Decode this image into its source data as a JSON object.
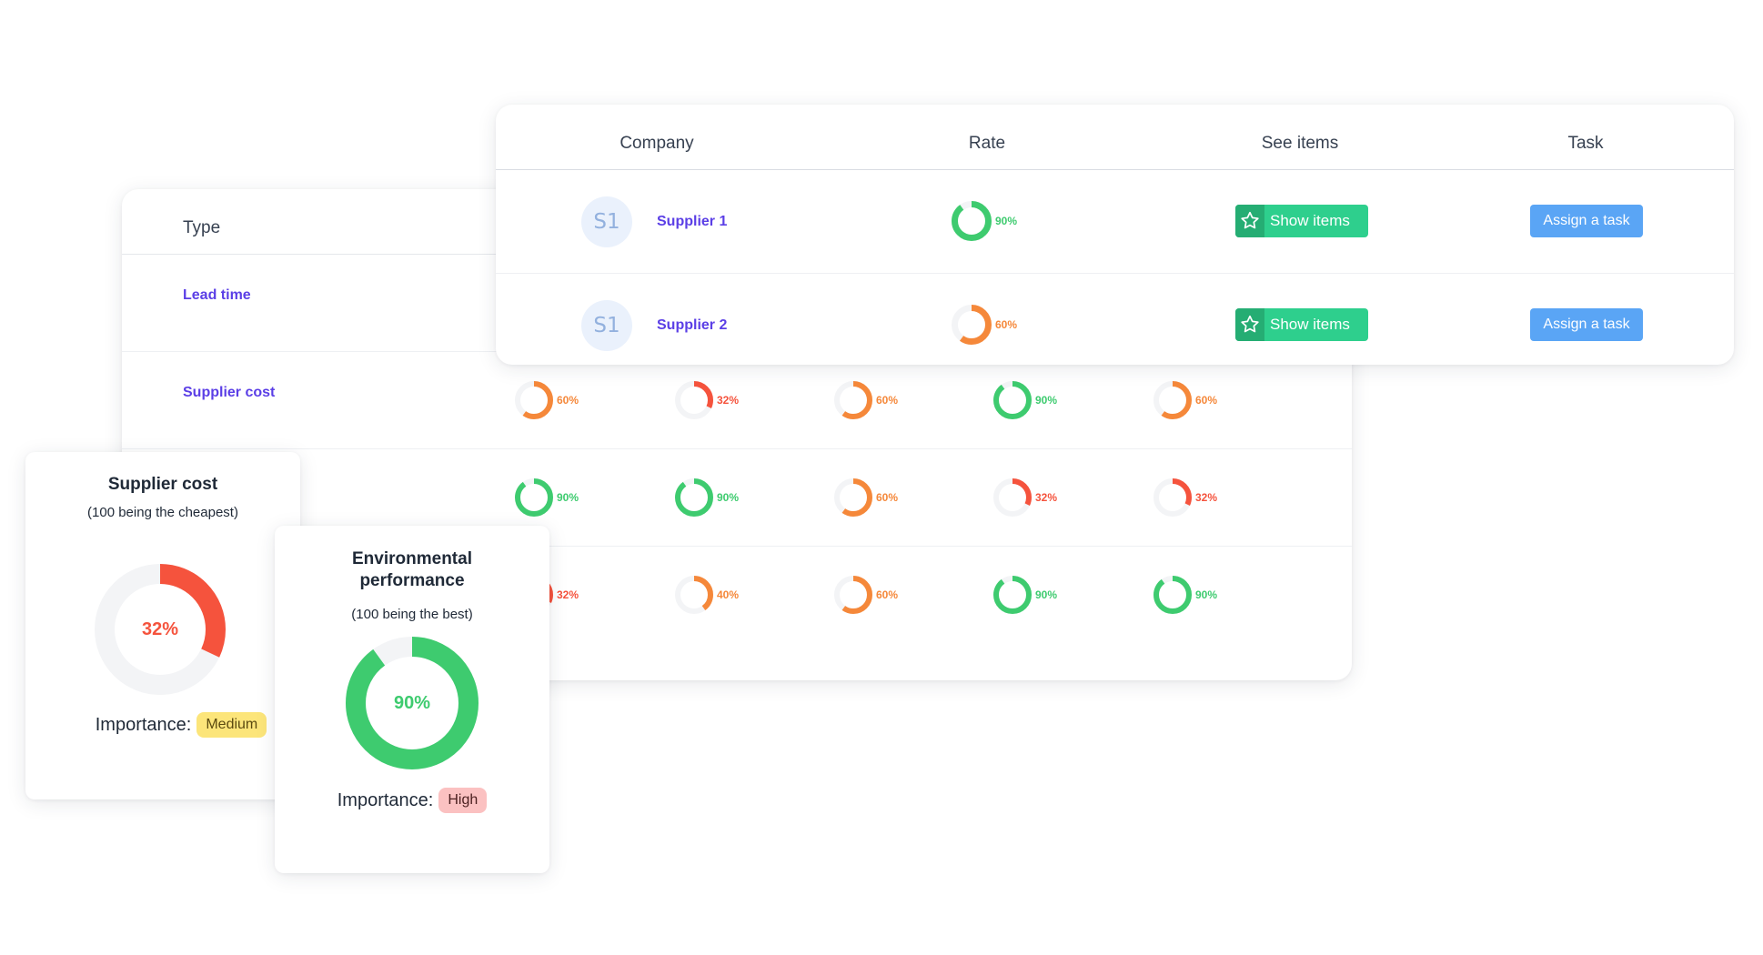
{
  "type_table": {
    "header": "Type",
    "rows": [
      {
        "label": "Lead time",
        "scores": []
      },
      {
        "label": "Supplier cost",
        "scores": [
          "60%",
          "32%",
          "60%",
          "90%",
          "60%"
        ]
      },
      {
        "label": "",
        "scores": [
          "90%",
          "90%",
          "60%",
          "32%",
          "32%"
        ]
      },
      {
        "label": "",
        "scores": [
          "32%",
          "40%",
          "60%",
          "90%",
          "90%"
        ]
      }
    ]
  },
  "company_table": {
    "headers": {
      "company": "Company",
      "rate": "Rate",
      "see_items": "See items",
      "task": "Task"
    },
    "rows": [
      {
        "initials": "S1",
        "name": "Supplier 1",
        "rate": "90%",
        "show_label": "Show items",
        "task_label": "Assign a task"
      },
      {
        "initials": "S1",
        "name": "Supplier 2",
        "rate": "60%",
        "show_label": "Show items",
        "task_label": "Assign a task"
      }
    ]
  },
  "cost_card": {
    "title": "Supplier cost",
    "subtitle": "(100 being the cheapest)",
    "value": "32%",
    "importance_label": "Importance:",
    "importance": "Medium"
  },
  "env_card": {
    "title_line1": "Environmental",
    "title_line2": "performance",
    "subtitle": "(100 being the best)",
    "value": "90%",
    "importance_label": "Importance:",
    "importance": "High"
  },
  "colors": {
    "green": "#3ecb6f",
    "orange": "#f5883a",
    "red": "#f5533d",
    "track": "#f3f4f6",
    "link": "#5b3fe6",
    "badge_medium": "#fce57a",
    "badge_high": "#fbc1c1"
  }
}
